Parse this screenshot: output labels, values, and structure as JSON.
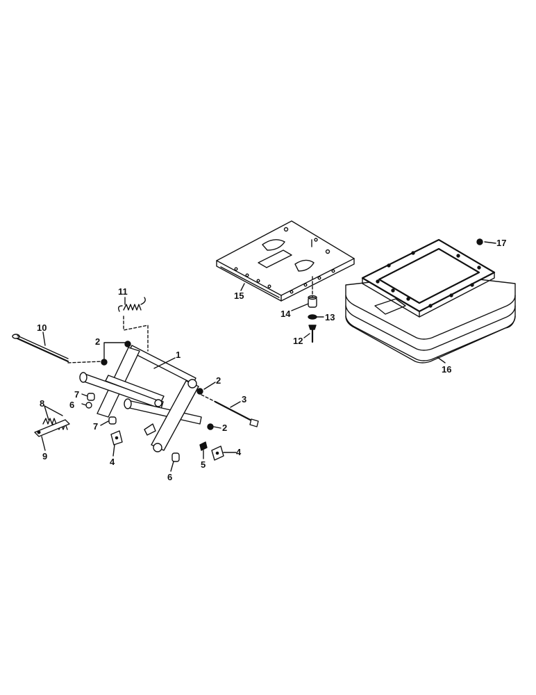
{
  "diagram": {
    "callouts": {
      "c1": "1",
      "c2a": "2",
      "c2b": "2",
      "c2c": "2",
      "c3": "3",
      "c4a": "4",
      "c4b": "4",
      "c5": "5",
      "c6a": "6",
      "c6b": "6",
      "c7a": "7",
      "c7b": "7",
      "c8": "8",
      "c9": "9",
      "c10": "10",
      "c11": "11",
      "c12": "12",
      "c13": "13",
      "c14": "14",
      "c15": "15",
      "c16": "16",
      "c17": "17"
    }
  }
}
